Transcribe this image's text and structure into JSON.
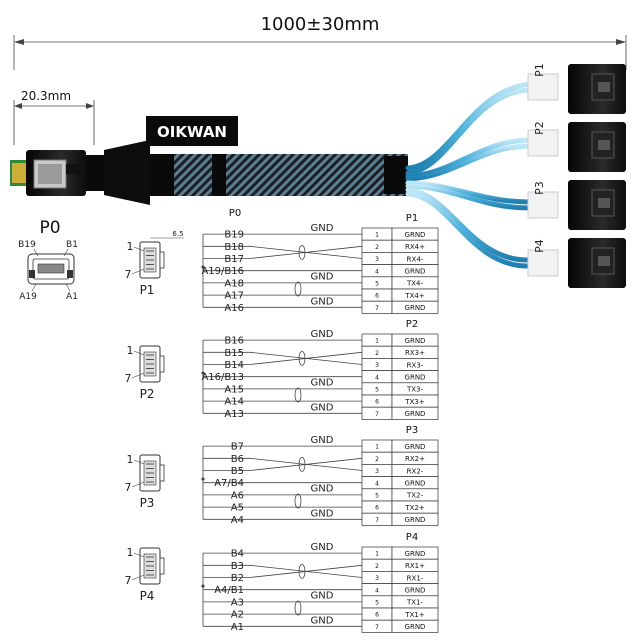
{
  "dimensions": {
    "total_length": "1000±30mm",
    "connector_length": "20.3mm",
    "pin_pitch_dim": "6.5"
  },
  "brand": "OIKWAN",
  "cable_labels": [
    "P1",
    "P2",
    "P3",
    "P4"
  ],
  "p0": {
    "title": "P0",
    "pins": {
      "top_left": "B19",
      "top_right": "B1",
      "bottom_left": "A19",
      "bottom_right": "A1"
    }
  },
  "sata_connector": {
    "pin1_label": "1",
    "pin7_label": "7",
    "names": [
      "P1",
      "P2",
      "P3",
      "P4"
    ]
  },
  "pinout": {
    "source_header": "P0",
    "gnd_label": "GND",
    "groups": [
      {
        "port": "P1",
        "source_pins": [
          "B19",
          "B18",
          "B17",
          "A19/B16",
          "A18",
          "A17",
          "A16"
        ],
        "table": [
          {
            "num": "1",
            "signal": "GRND"
          },
          {
            "num": "2",
            "signal": "RX4+"
          },
          {
            "num": "3",
            "signal": "RX4-"
          },
          {
            "num": "4",
            "signal": "GRND"
          },
          {
            "num": "5",
            "signal": "TX4-"
          },
          {
            "num": "6",
            "signal": "TX4+"
          },
          {
            "num": "7",
            "signal": "GRND"
          }
        ]
      },
      {
        "port": "P2",
        "source_pins": [
          "B16",
          "B15",
          "B14",
          "A16/B13",
          "A15",
          "A14",
          "A13"
        ],
        "table": [
          {
            "num": "1",
            "signal": "GRND"
          },
          {
            "num": "2",
            "signal": "RX3+"
          },
          {
            "num": "3",
            "signal": "RX3-"
          },
          {
            "num": "4",
            "signal": "GRND"
          },
          {
            "num": "5",
            "signal": "TX3-"
          },
          {
            "num": "6",
            "signal": "TX3+"
          },
          {
            "num": "7",
            "signal": "GRND"
          }
        ]
      },
      {
        "port": "P3",
        "source_pins": [
          "B7",
          "B6",
          "B5",
          "A7/B4",
          "A6",
          "A5",
          "A4"
        ],
        "table": [
          {
            "num": "1",
            "signal": "GRND"
          },
          {
            "num": "2",
            "signal": "RX2+"
          },
          {
            "num": "3",
            "signal": "RX2-"
          },
          {
            "num": "4",
            "signal": "GRND"
          },
          {
            "num": "5",
            "signal": "TX2-"
          },
          {
            "num": "6",
            "signal": "TX2+"
          },
          {
            "num": "7",
            "signal": "GRND"
          }
        ]
      },
      {
        "port": "P4",
        "source_pins": [
          "B4",
          "B3",
          "B2",
          "A4/B1",
          "A3",
          "A2",
          "A1"
        ],
        "table": [
          {
            "num": "1",
            "signal": "GRND"
          },
          {
            "num": "2",
            "signal": "RX1+"
          },
          {
            "num": "3",
            "signal": "RX1-"
          },
          {
            "num": "4",
            "signal": "GRND"
          },
          {
            "num": "5",
            "signal": "TX1-"
          },
          {
            "num": "6",
            "signal": "TX1+"
          },
          {
            "num": "7",
            "signal": "GRND"
          }
        ]
      }
    ]
  }
}
